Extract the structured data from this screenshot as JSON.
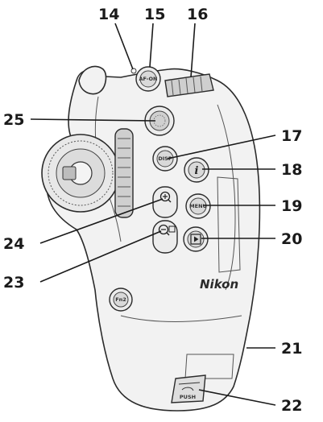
{
  "callouts": {
    "c14": "14",
    "c15": "15",
    "c16": "16",
    "c17": "17",
    "c18": "18",
    "c19": "19",
    "c20": "20",
    "c21": "21",
    "c22": "22",
    "c23": "23",
    "c24": "24",
    "c25": "25"
  },
  "device": {
    "brand": "Nikon",
    "disp_label": "DISP",
    "info_label": "i",
    "menu_label": "MENU",
    "push_label": "PUSH",
    "fn_label": "Fn2",
    "top_button_label": "AF-ON"
  }
}
